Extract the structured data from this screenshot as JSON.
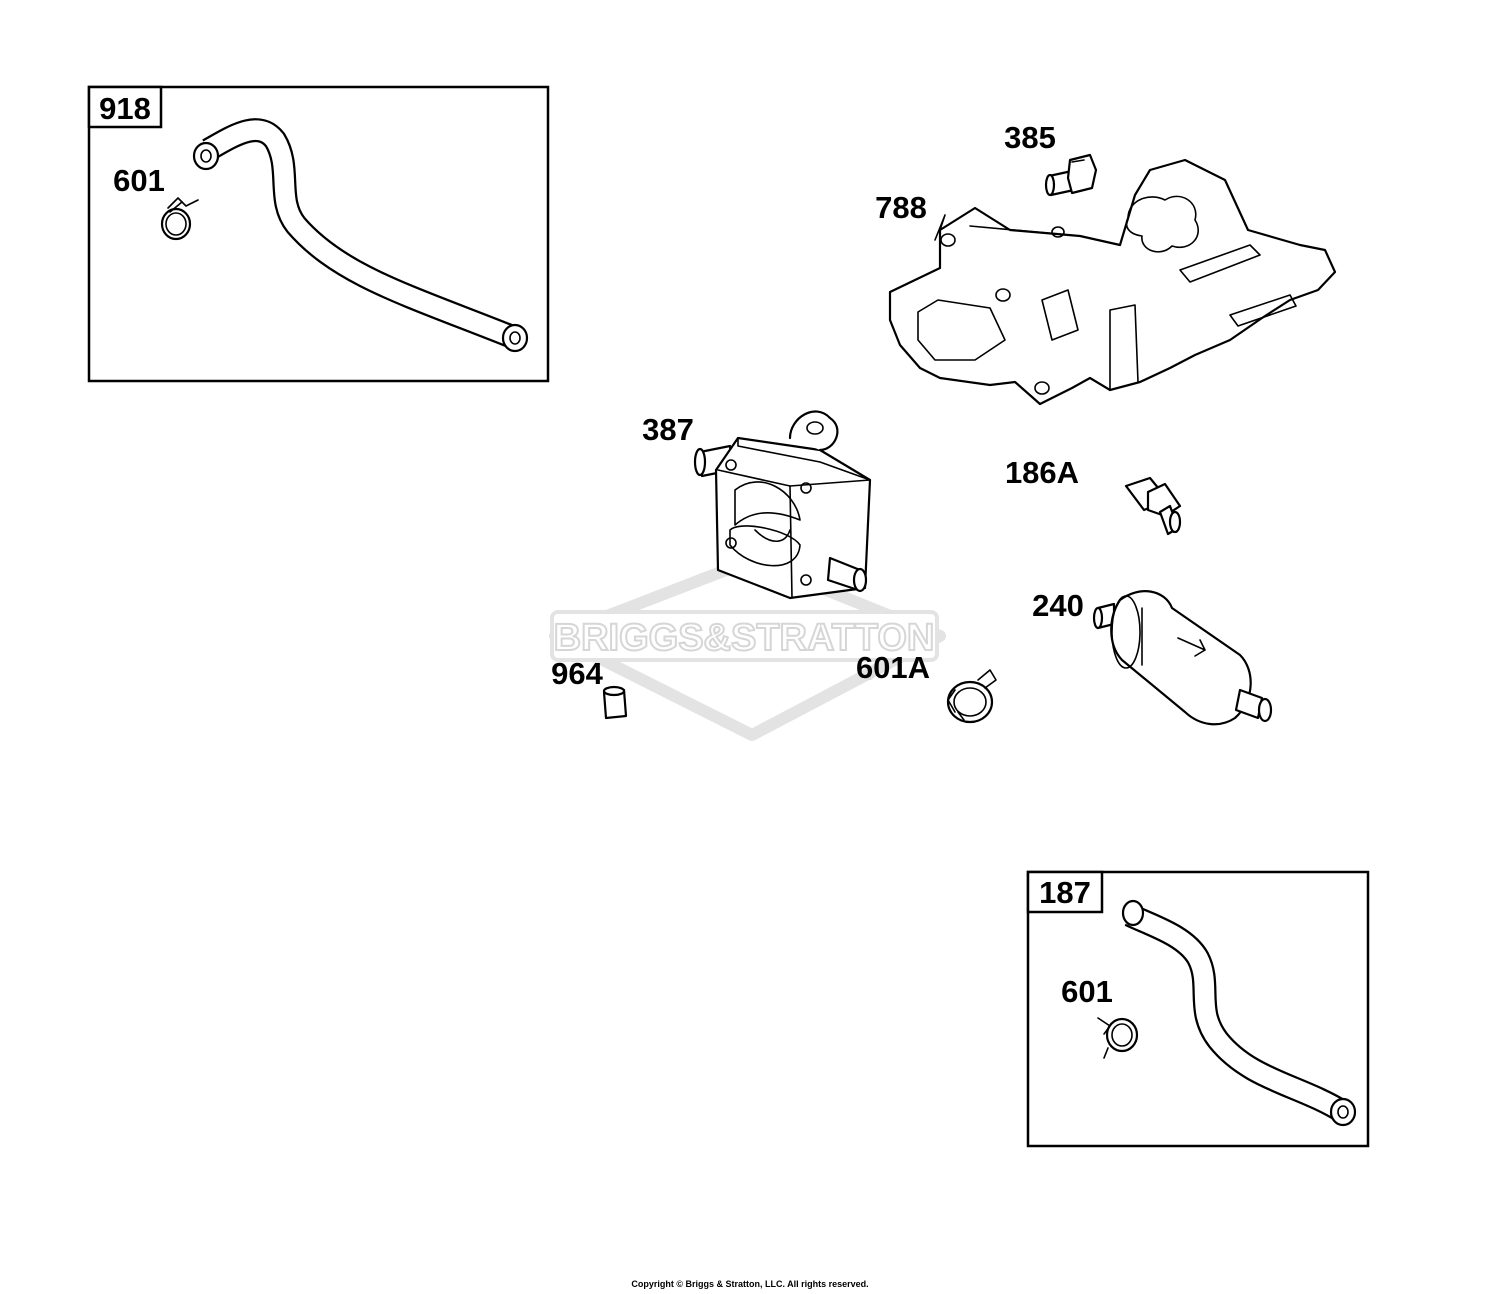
{
  "watermark": {
    "text": "BRIGGS&STRATTON",
    "registered": "®"
  },
  "boxes": [
    {
      "id": "918",
      "label": "918",
      "inner_parts": [
        "601"
      ]
    },
    {
      "id": "187",
      "label": "187",
      "inner_parts": [
        "601"
      ]
    }
  ],
  "labels": {
    "p918_601": "601",
    "p385": "385",
    "p788": "788",
    "p387": "387",
    "p186A": "186A",
    "p240": "240",
    "p964": "964",
    "p601A": "601A",
    "p187_601": "601"
  },
  "footer": {
    "copyright": "Copyright © Briggs & Stratton, LLC. All rights reserved."
  }
}
